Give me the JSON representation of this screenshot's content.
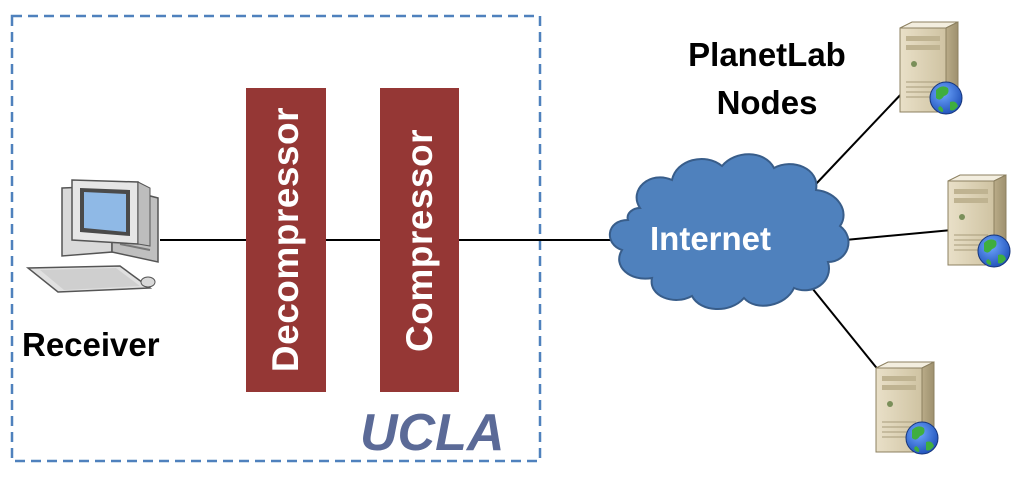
{
  "receiver": {
    "label": "Receiver"
  },
  "decompressor": {
    "label": "Decompressor"
  },
  "compressor": {
    "label": "Compressor"
  },
  "ucla": {
    "label": "UCLA"
  },
  "internet": {
    "label": "Internet"
  },
  "planetlab": {
    "line1": "PlanetLab",
    "line2": "Nodes"
  },
  "colors": {
    "boundary": "#4f81bd",
    "box_fill": "#953735",
    "cloud_fill": "#4f81bd",
    "cloud_stroke": "#385d8a",
    "ucla_text": "#5b6a97"
  }
}
